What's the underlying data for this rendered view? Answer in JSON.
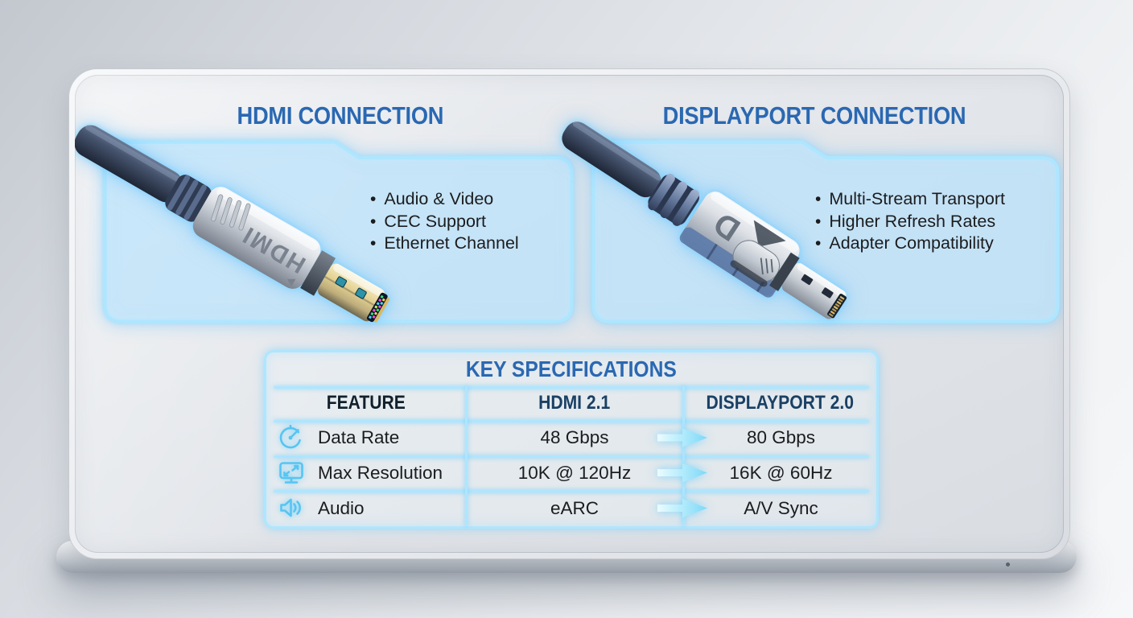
{
  "hdmi_panel": {
    "title": "HDMI CONNECTION",
    "connector_text": "HDMI",
    "bullet": "•",
    "features": [
      "Audio & Video",
      "CEC Support",
      "Ethernet Channel"
    ]
  },
  "displayport_panel": {
    "title": "DISPLAYPORT CONNECTION",
    "connector_text": "D",
    "bullet": "•",
    "features": [
      "Multi-Stream Transport",
      "Higher Refresh Rates",
      "Adapter Compatibility"
    ]
  },
  "spec_table": {
    "title": "KEY SPECIFICATIONS",
    "columns": [
      "FEATURE",
      "HDMI 2.1",
      "DISPLAYPORT 2.0"
    ],
    "rows": [
      {
        "icon": "speedometer-icon",
        "feature": "Data Rate",
        "hdmi": "48 Gbps",
        "displayport": "80 Gbps"
      },
      {
        "icon": "monitor-icon",
        "feature": "Max Resolution",
        "hdmi": "10K @ 120Hz",
        "displayport": "16K @ 60Hz"
      },
      {
        "icon": "speaker-icon",
        "feature": "Audio",
        "hdmi": "eARC",
        "displayport": "A/V Sync"
      }
    ]
  },
  "colors": {
    "title_blue": "#2a68b2",
    "header_navy": "#1a4064",
    "feature_header": "#10202c",
    "body_text": "#1b1c1e",
    "neon_line": "#aee6ff",
    "neon_glow": "#58c2f0",
    "icon_cyan": "#56c5f1",
    "arrow_fill": "#7dd8f8"
  }
}
